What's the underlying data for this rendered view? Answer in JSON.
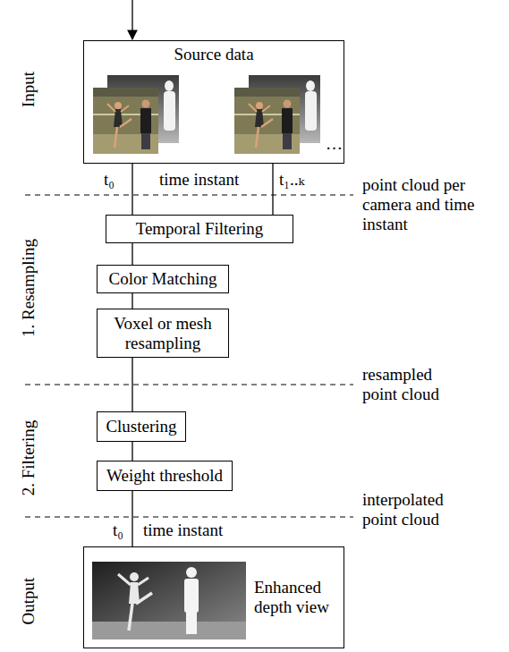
{
  "diagram": {
    "nodes": [
      {
        "text": [
          "Source data"
        ]
      },
      {
        "text": [
          "Temporal Filtering"
        ]
      },
      {
        "text": [
          "Color Matching"
        ]
      },
      {
        "text": [
          "Voxel or mesh resampling"
        ]
      },
      {
        "text": [
          "Clustering"
        ]
      },
      {
        "text": [
          "Weight threshold"
        ]
      },
      {
        "text": [
          "Enhanced depth view"
        ]
      }
    ],
    "edges": [
      {
        "from": 0,
        "to": 1,
        "arrow": "none"
      },
      {
        "from": 0,
        "to": 1,
        "arrow": "none"
      },
      {
        "from": 1,
        "to": 2,
        "arrow": "none"
      },
      {
        "from": 2,
        "to": 3,
        "arrow": "none"
      },
      {
        "from": 3,
        "to": 4,
        "arrow": "none"
      },
      {
        "from": 4,
        "to": 5,
        "arrow": "none"
      },
      {
        "from": 5,
        "to": 6,
        "arrow": "none"
      }
    ],
    "labels": [
      "Input",
      "t₀",
      "time instant",
      "t₁..ₖ",
      "point cloud per camera and time instant",
      "1. Resampling",
      "resampled point cloud",
      "2. Filtering",
      "interpolated point cloud",
      "t₀",
      "time instant",
      "Output",
      "…"
    ]
  }
}
